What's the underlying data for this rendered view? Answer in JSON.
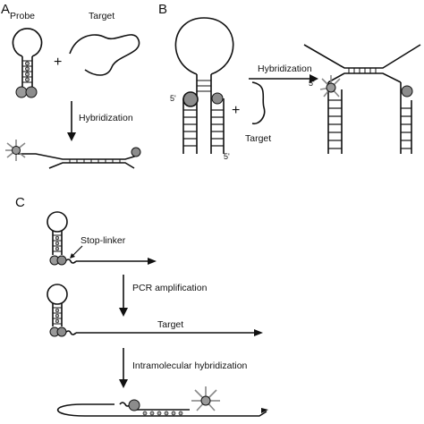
{
  "panels": {
    "a": {
      "letter": "A",
      "probe_label": "Probe",
      "target_label": "Target",
      "plus": "+",
      "arrow_label": "Hybridization"
    },
    "b": {
      "letter": "B",
      "plus": "+",
      "arrow_label": "Hybridization",
      "five_prime_left": "5'",
      "five_prime_right": "5'",
      "five_prime_result": "5'",
      "target_label": "Target"
    },
    "c": {
      "letter": "C",
      "stop_linker_label": "Stop-linker",
      "pcr_label": "PCR amplification",
      "target_label": "Target",
      "intramolecular_label": "Intramolecular hybridization"
    }
  },
  "colors": {
    "line": "#111111",
    "quencher_fill": "#8c8c8c",
    "fluorophore_fill": "#9a9a9a",
    "bead_fill": "#b0b0b0"
  }
}
